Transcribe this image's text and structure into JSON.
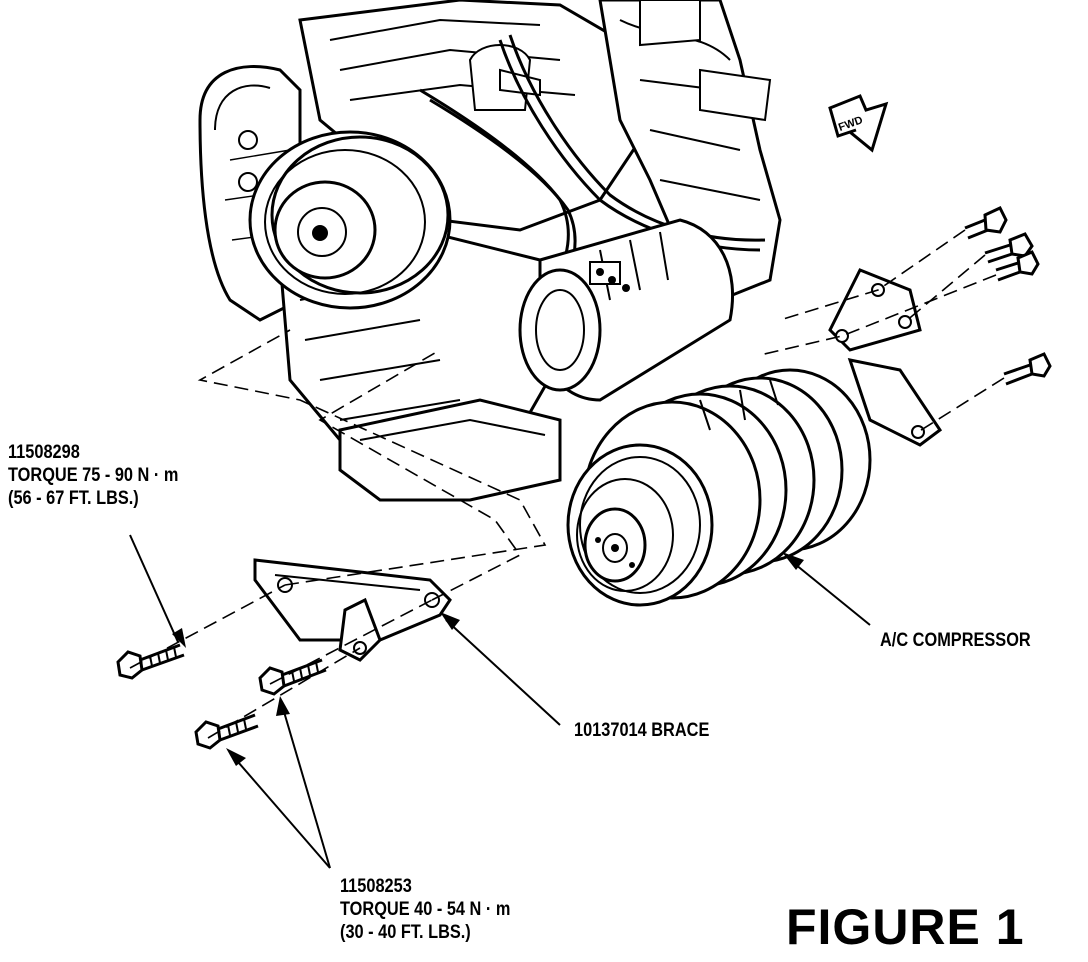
{
  "figure": {
    "title": "FIGURE 1",
    "fwd_arrow_text": "FWD"
  },
  "callouts": {
    "bolt_upper": {
      "part_number": "11508298",
      "torque": "TORQUE 75 - 90 N · m",
      "torque_ft": "(56 - 67 FT. LBS.)"
    },
    "bolt_lower": {
      "part_number": "11508253",
      "torque": "TORQUE 40 - 54 N · m",
      "torque_ft": "(30 - 40 FT. LBS.)"
    },
    "brace": {
      "label": "10137014 BRACE"
    },
    "compressor": {
      "label": "A/C COMPRESSOR"
    }
  },
  "colors": {
    "ink": "#000000",
    "paper": "#ffffff"
  }
}
